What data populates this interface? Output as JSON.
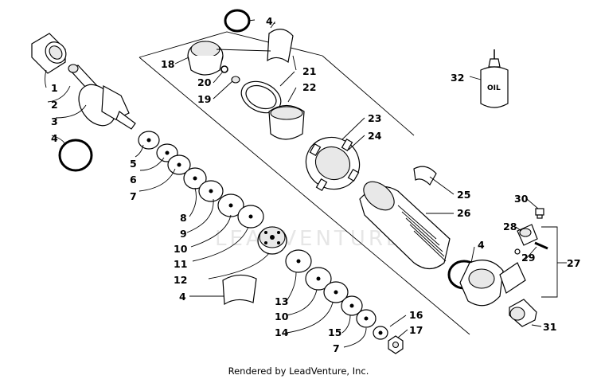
{
  "footer": "Rendered by LeadVenture, Inc.",
  "watermark": "LEADVENTURE",
  "oil_label": "OIL",
  "labels": {
    "l1": "1",
    "l2": "2",
    "l3": "3",
    "l4a": "4",
    "l4b": "4",
    "l4c": "4",
    "l4d": "4",
    "l5": "5",
    "l6": "6",
    "l7a": "7",
    "l7b": "7",
    "l8": "8",
    "l9": "9",
    "l10a": "10",
    "l10b": "10",
    "l11": "11",
    "l12": "12",
    "l13": "13",
    "l14": "14",
    "l15": "15",
    "l16": "16",
    "l17": "17",
    "l18": "18",
    "l19": "19",
    "l20": "20",
    "l21": "21",
    "l22": "22",
    "l23": "23",
    "l24": "24",
    "l25": "25",
    "l26": "26",
    "l27": "27",
    "l28": "28",
    "l29": "29",
    "l30": "30",
    "l31": "31",
    "l32": "32"
  }
}
